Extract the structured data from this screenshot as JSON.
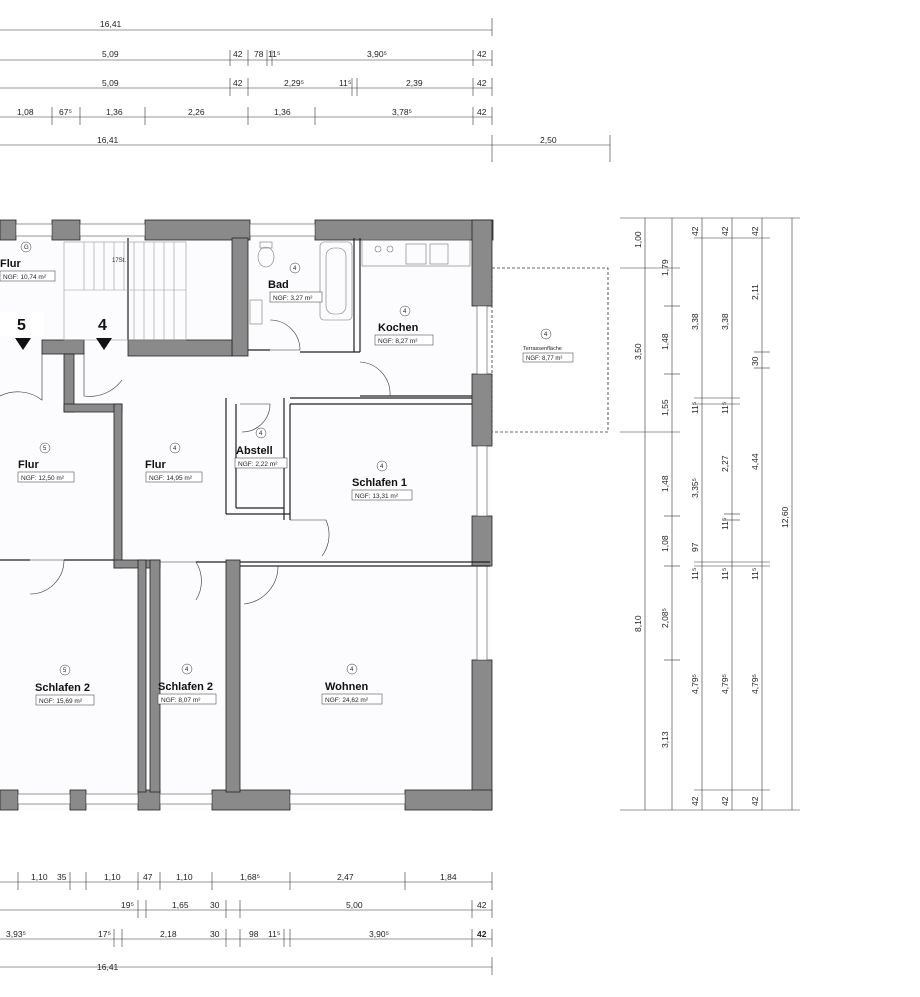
{
  "dims_top": {
    "r1": [
      "16,41"
    ],
    "r2": [
      "5,09",
      "42",
      "78",
      "11⁵",
      "3,90⁵",
      "42"
    ],
    "r3": [
      "5,09",
      "42",
      "2,29⁵",
      "11⁵",
      "2,39",
      "42"
    ],
    "r4": [
      "1,08",
      "67⁵",
      "1,36",
      "2,26",
      "1,36",
      "3,78⁵",
      "42"
    ],
    "r5": [
      "16,41",
      "2,50"
    ]
  },
  "dims_bottom": {
    "r1": [
      "1,10",
      "35",
      "1,10",
      "47",
      "1,10",
      "1,68⁵",
      "2,47",
      "1,84"
    ],
    "r2": [
      "19⁵",
      "1,65",
      "30",
      "5,00",
      "42"
    ],
    "r3": [
      "3,93⁵",
      "17⁵",
      "2,18",
      "30",
      "98",
      "11⁵",
      "3,90⁵",
      "42"
    ],
    "r4": [
      "16,41"
    ]
  },
  "dims_right": {
    "c1": [
      "1,00",
      "3,50",
      "8,10"
    ],
    "c2": [
      "1,79",
      "1,48",
      "1,55",
      "1,48",
      "1,08",
      "2,08⁵",
      "3,13"
    ],
    "c3": [
      "42",
      "3,38",
      "11⁵",
      "3,35⁵",
      "97",
      "11⁵",
      "4,79⁵",
      "42"
    ],
    "c4": [
      "42",
      "3,38",
      "11⁵",
      "2,27",
      "11⁵",
      "11⁵",
      "4,79⁵",
      "42"
    ],
    "c5": [
      "42",
      "2,11",
      "30",
      "4,44",
      "11⁵",
      "4,79⁵",
      "42"
    ],
    "c6": [
      "12,60"
    ]
  },
  "units": {
    "left": "5",
    "right": "4"
  },
  "rooms": {
    "flur_top": {
      "name": "Flur",
      "circle": "G",
      "ngf": "NGF: 10,74 m²"
    },
    "bad": {
      "name": "Bad",
      "circle": "4",
      "ngf": "NGF: 3,27 m²"
    },
    "kochen": {
      "name": "Kochen",
      "circle": "4",
      "ngf": "NGF: 8,27 m²"
    },
    "terrasse": {
      "name": "Terrassenfläche",
      "circle": "4",
      "ngf": "NGF: 8,77 m²"
    },
    "abstell": {
      "name": "Abstell",
      "circle": "4",
      "ngf": "NGF: 2,22 m²"
    },
    "flur5": {
      "name": "Flur",
      "circle": "5",
      "ngf": "NGF: 12,50 m²"
    },
    "flur4": {
      "name": "Flur",
      "circle": "4",
      "ngf": "NGF: 14,95 m²"
    },
    "schlafen1": {
      "name": "Schlafen 1",
      "circle": "4",
      "ngf": "NGF: 13,31 m²"
    },
    "schlafen2_left": {
      "name": "Schlafen 2",
      "circle": "5",
      "ngf": "NGF: 15,69 m²"
    },
    "schlafen2_right": {
      "name": "Schlafen 2",
      "circle": "4",
      "ngf": "NGF: 8,07 m²"
    },
    "wohnen": {
      "name": "Wohnen",
      "circle": "4",
      "ngf": "NGF: 24,62 m²"
    }
  },
  "stair_label": "17St.",
  "colors": {
    "wall": "#8a8a8a",
    "line": "#222222",
    "floor": "#fcfbfd"
  }
}
